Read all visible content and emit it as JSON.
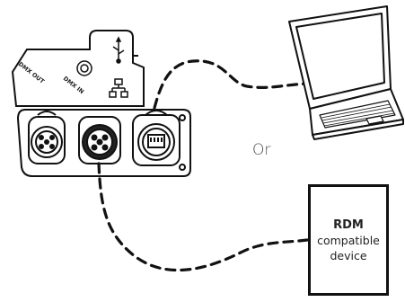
{
  "labels": {
    "or": "Or",
    "rdm_device": {
      "line1": "RDM",
      "line2": "compatible",
      "line3": "device"
    },
    "dmx_out": "DMX OUT",
    "dmx_in": "DMX IN"
  },
  "icons": [
    "usb-icon",
    "network-icon",
    "laptop-icon",
    "xlr5-connector-icon",
    "ethernet-connector-icon"
  ],
  "colors": {
    "line": "#111111",
    "text": "#222222",
    "background": "#ffffff"
  }
}
